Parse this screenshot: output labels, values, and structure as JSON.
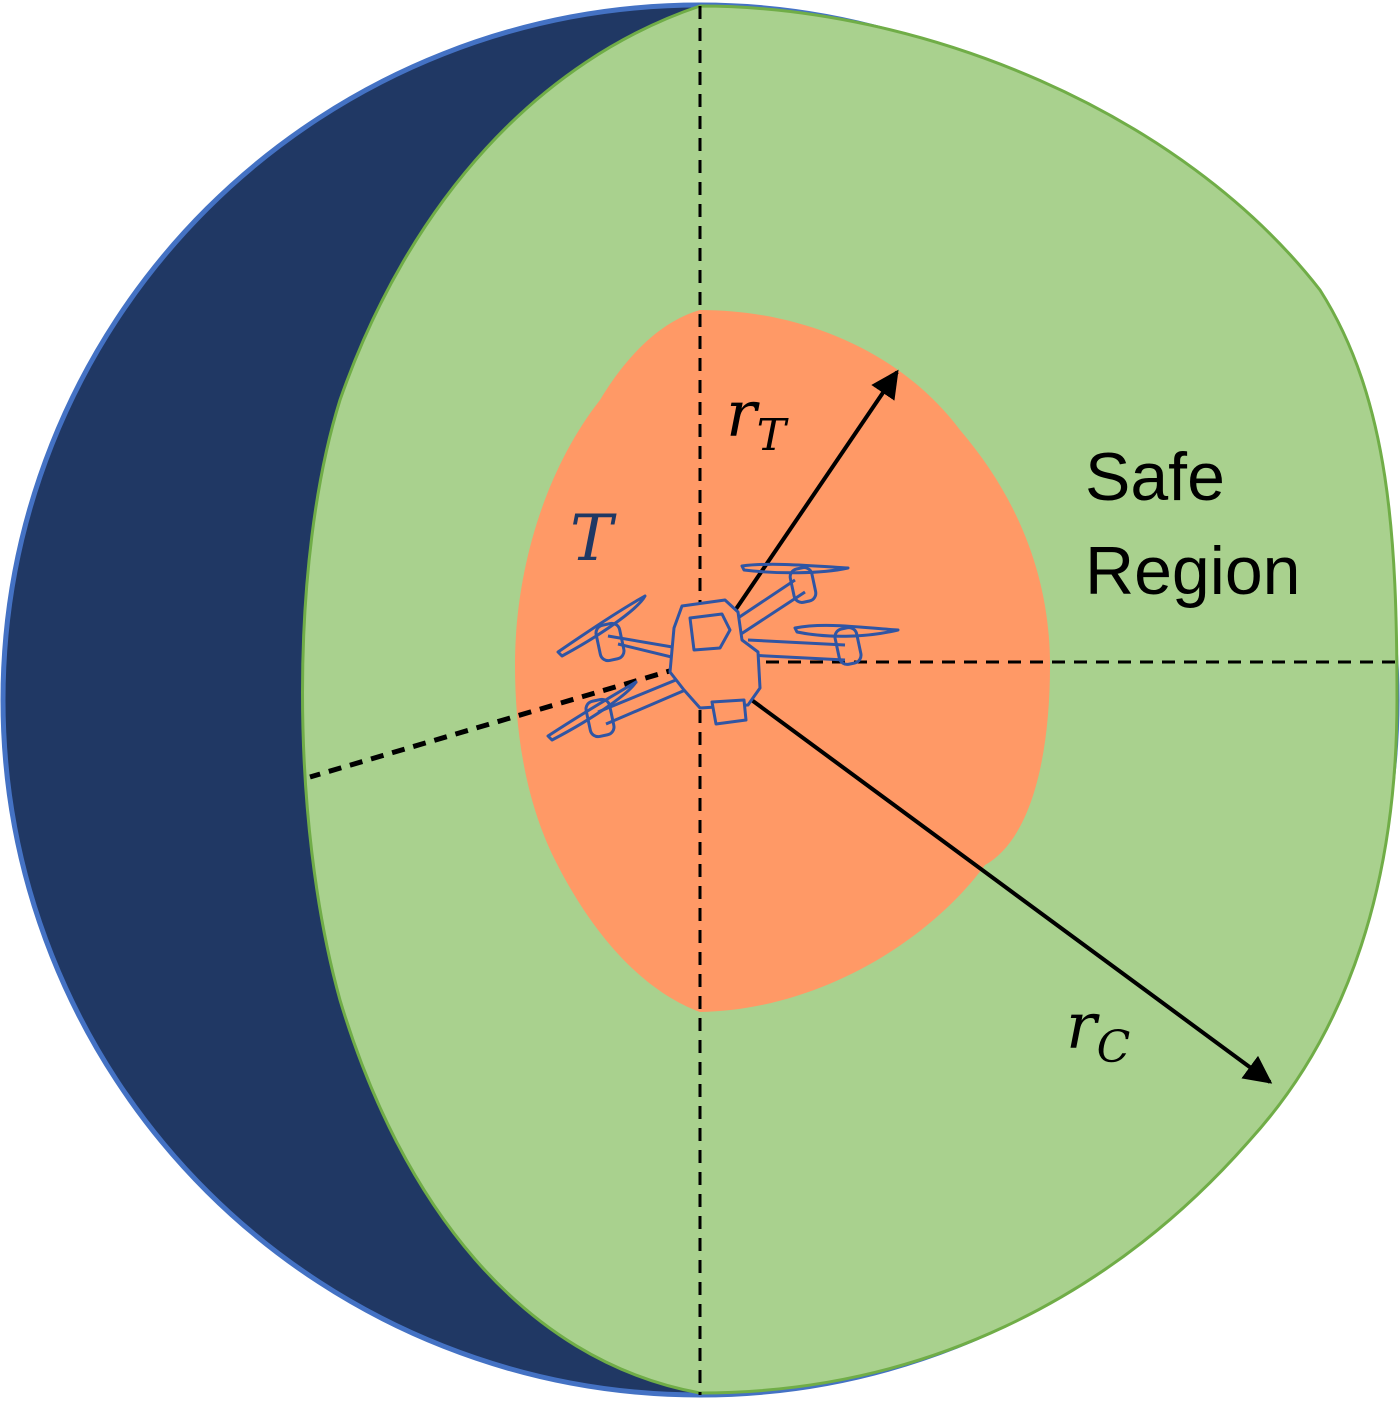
{
  "labels": {
    "target_symbol": "T",
    "r_t_base": "r",
    "r_t_sub": "T",
    "r_c_base": "r",
    "r_c_sub": "C",
    "safe_line1": "Safe",
    "safe_line2": "Region"
  },
  "colors": {
    "outer_sphere_border": "#4472C4",
    "shadow_crescent": "#203864",
    "safe_region_fill": "#A9D18E",
    "safe_region_border": "#70AD47",
    "target_region_fill": "#FF9966",
    "arrows": "#000000",
    "dashed_lines": "#000000",
    "drone_outline": "#2F55A4",
    "label_dark": "#1F3864"
  },
  "icons": {
    "drone": "quadcopter-drone-icon"
  }
}
